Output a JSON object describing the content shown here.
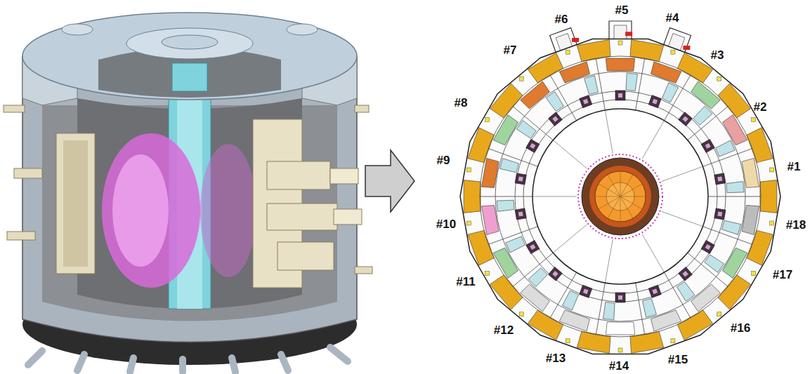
{
  "diagram": {
    "labels": [
      "#1",
      "#2",
      "#3",
      "#4",
      "#5",
      "#6",
      "#7",
      "#8",
      "#9",
      "#10",
      "#11",
      "#12",
      "#13",
      "#14",
      "#15",
      "#16",
      "#17",
      "#18"
    ]
  }
}
